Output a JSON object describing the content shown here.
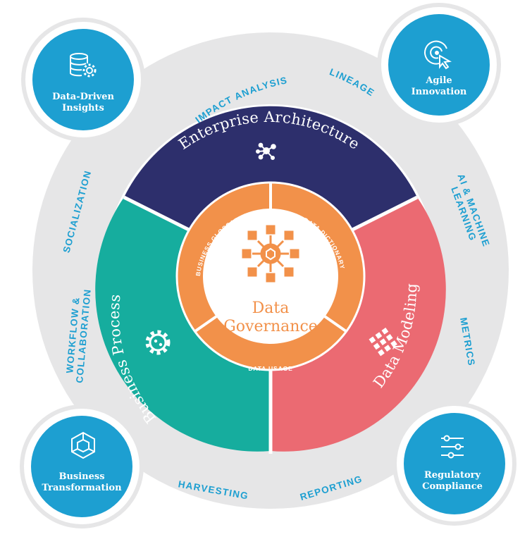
{
  "colors": {
    "outer_ring": "#e6e6e7",
    "ring_text": "#1d9fd1",
    "bubble": "#1d9fd1",
    "enterprise_architecture": "#2d2f6c",
    "business_process": "#16ad9e",
    "data_modeling": "#eb6a72",
    "inner_ring": "#f2914a",
    "center": "#ffffff"
  },
  "center": {
    "title_line1": "Data",
    "title_line2": "Governance",
    "icon": "governance-network-icon"
  },
  "segments": {
    "top": {
      "label": "Enterprise Architecture",
      "icon": "network-nodes-icon"
    },
    "left": {
      "label": "Business Process",
      "icon": "process-gear-icon"
    },
    "right": {
      "label": "Data Modeling",
      "icon": "data-model-grid-icon"
    }
  },
  "inner_ring": {
    "left": "BUSINESS GLOSSARY",
    "right": "DATA DICTIONARY",
    "bottom": "DATA USAGE"
  },
  "outer_ring": {
    "impact_analysis": "IMPACT ANALYSIS",
    "lineage": "LINEAGE",
    "ai_ml_line1": "AI & MACHINE",
    "ai_ml_line2": "LEARNING",
    "metrics": "METRICS",
    "reporting": "REPORTING",
    "harvesting": "HARVESTING",
    "workflow_line1": "WORKFLOW &",
    "workflow_line2": "COLLABORATION",
    "socialization": "SOCIALIZATION"
  },
  "bubbles": {
    "top_left": {
      "line1": "Data-Driven",
      "line2": "Insights",
      "icon": "database-gear-icon"
    },
    "top_right": {
      "line1": "Agile",
      "line2": "Innovation",
      "icon": "target-cursor-icon"
    },
    "bottom_left": {
      "line1": "Business",
      "line2": "Transformation",
      "icon": "cube-icon"
    },
    "bottom_right": {
      "line1": "Regulatory",
      "line2": "Compliance",
      "icon": "sliders-icon"
    }
  }
}
